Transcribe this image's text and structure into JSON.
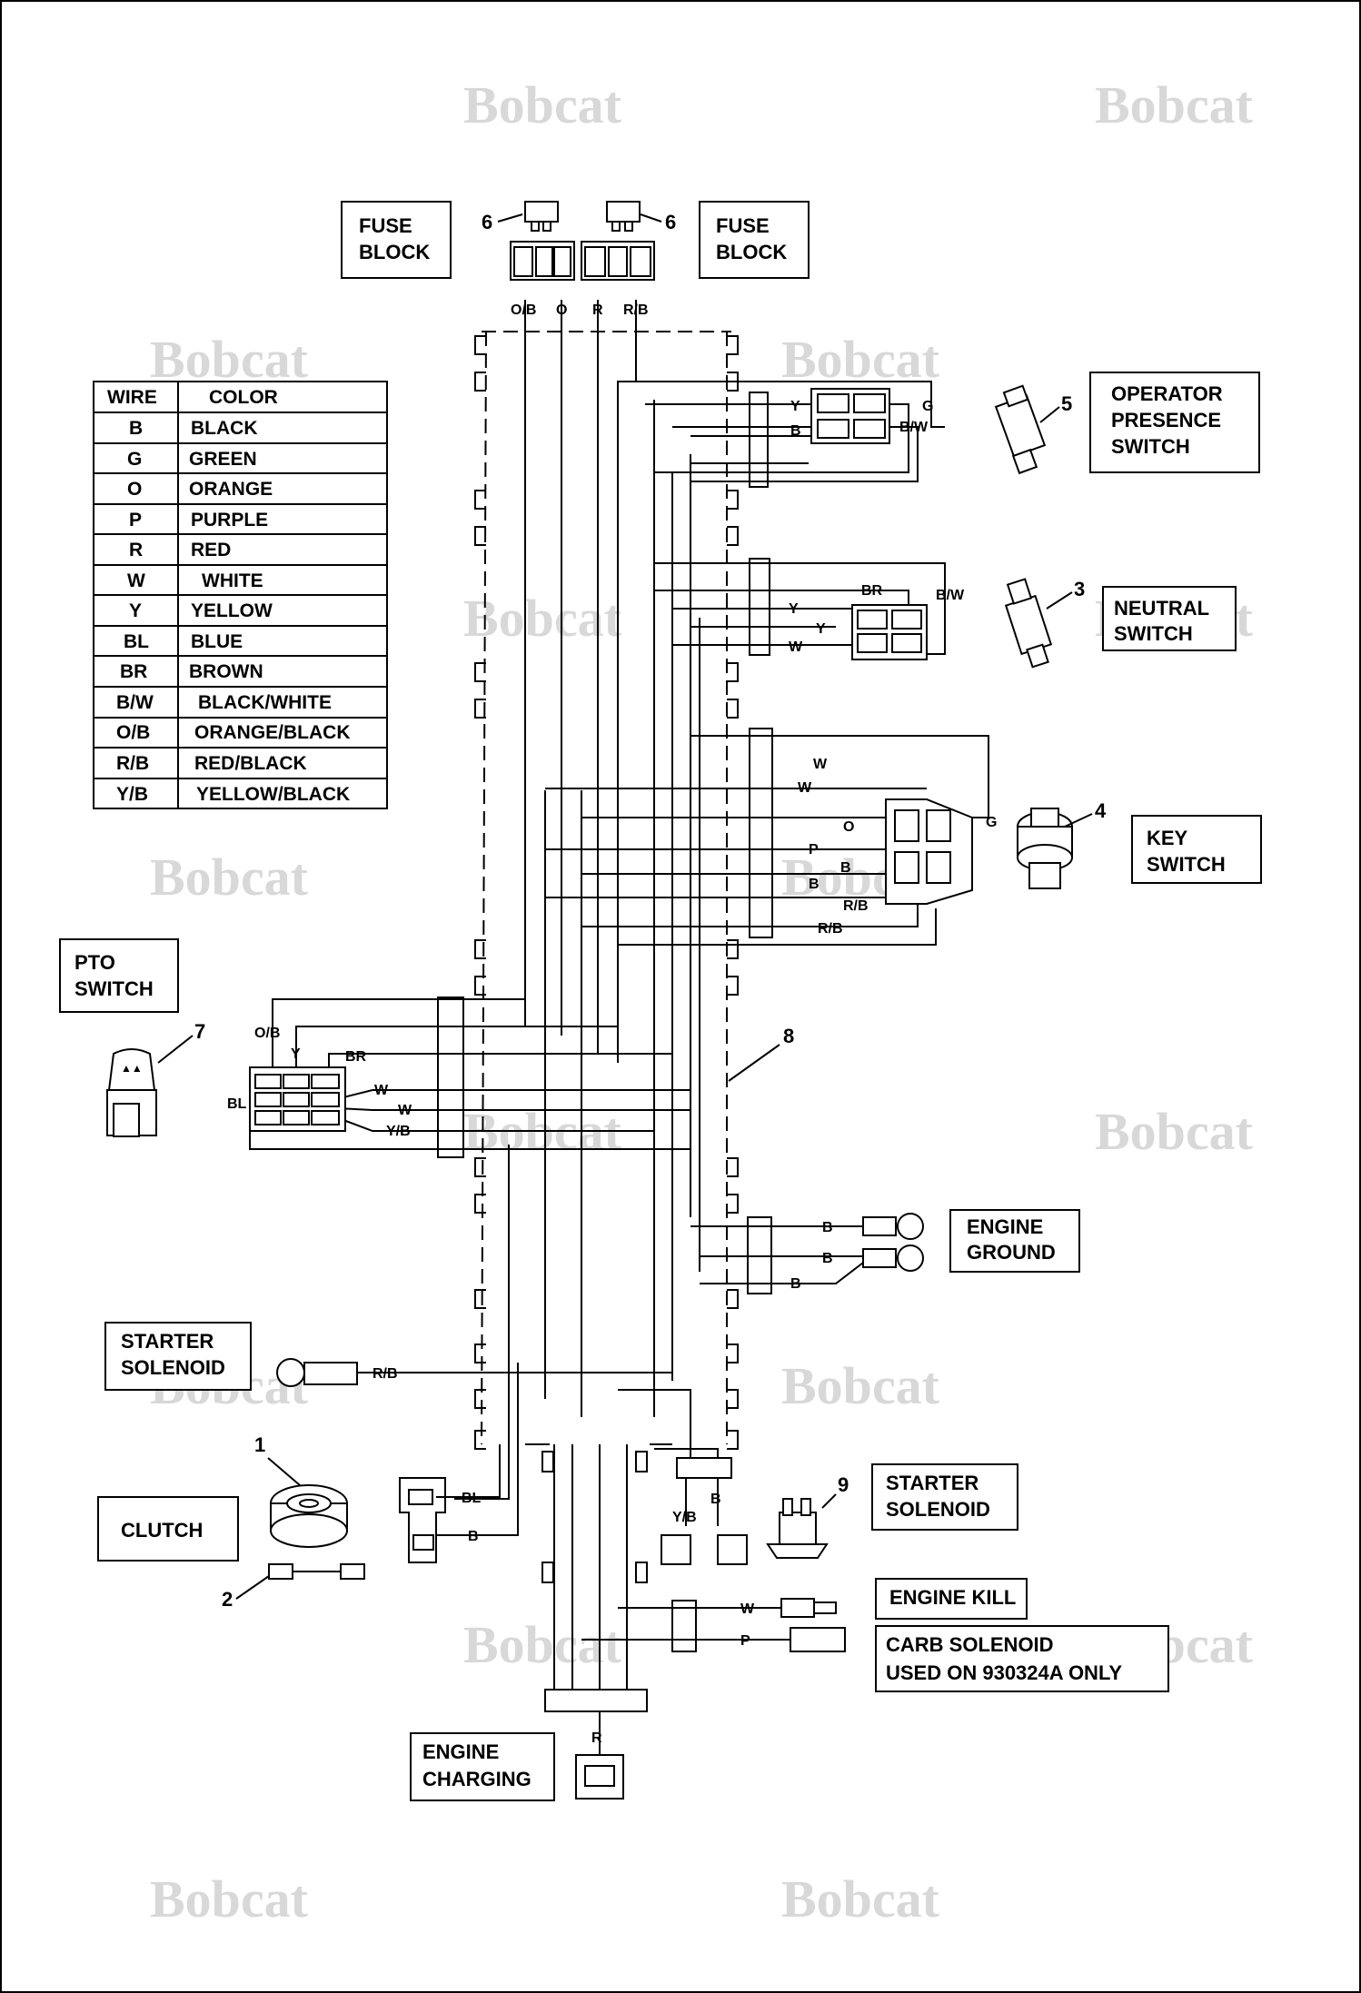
{
  "watermark": "Bobcat",
  "callouts": {
    "fuse_block_left": [
      "FUSE",
      "BLOCK"
    ],
    "fuse_block_right": [
      "FUSE",
      "BLOCK"
    ],
    "operator_presence": [
      "OPERATOR",
      "PRESENCE",
      "SWITCH"
    ],
    "neutral": [
      "NEUTRAL",
      "SWITCH"
    ],
    "key": [
      "KEY",
      "SWITCH"
    ],
    "pto": [
      "PTO",
      "SWITCH"
    ],
    "engine_ground": [
      "ENGINE",
      "GROUND"
    ],
    "starter_solenoid_left": [
      "STARTER",
      "SOLENOID"
    ],
    "clutch": [
      "CLUTCH"
    ],
    "starter_solenoid_right": [
      "STARTER",
      "SOLENOID"
    ],
    "engine_kill": [
      "ENGINE KILL"
    ],
    "carb_solenoid": [
      "CARB SOLENOID",
      "USED ON 930324A ONLY"
    ],
    "engine_charging": [
      "ENGINE",
      "CHARGING"
    ]
  },
  "item_numbers": {
    "clutch": "1",
    "clutch_connector": "2",
    "neutral_switch": "3",
    "key_switch": "4",
    "operator_switch": "5",
    "fuse_left": "6",
    "fuse_right": "6",
    "pto_switch": "7",
    "harness": "8",
    "starter_solenoid": "9"
  },
  "color_table": {
    "headers": [
      "WIRE",
      "COLOR"
    ],
    "rows": [
      [
        "B",
        "BLACK"
      ],
      [
        "G",
        "GREEN"
      ],
      [
        "O",
        "ORANGE"
      ],
      [
        "P",
        "PURPLE"
      ],
      [
        "R",
        "RED"
      ],
      [
        "W",
        "WHITE"
      ],
      [
        "Y",
        "YELLOW"
      ],
      [
        "BL",
        "BLUE"
      ],
      [
        "BR",
        "BROWN"
      ],
      [
        "B/W",
        "BLACK/WHITE"
      ],
      [
        "O/B",
        "ORANGE/BLACK"
      ],
      [
        "R/B",
        "RED/BLACK"
      ],
      [
        "Y/B",
        "YELLOW/BLACK"
      ]
    ]
  },
  "wire_labels": {
    "fuse": [
      "O/B",
      "O",
      "R",
      "R/B"
    ],
    "operator": [
      "Y",
      "G",
      "B",
      "B/W"
    ],
    "neutral": [
      "BR",
      "B/W",
      "Y",
      "Y",
      "W"
    ],
    "key": [
      "W",
      "W",
      "O",
      "G",
      "P",
      "B",
      "B",
      "R/B",
      "R/B"
    ],
    "pto": [
      "O/B",
      "Y",
      "BR",
      "BL",
      "W",
      "W",
      "Y/B"
    ],
    "ground": [
      "B",
      "B",
      "B"
    ],
    "starter_left": "R/B",
    "clutch": [
      "BL",
      "B"
    ],
    "starter_right": [
      "Y/B",
      "B"
    ],
    "kill": "W",
    "carb": "P",
    "charging": "R"
  }
}
